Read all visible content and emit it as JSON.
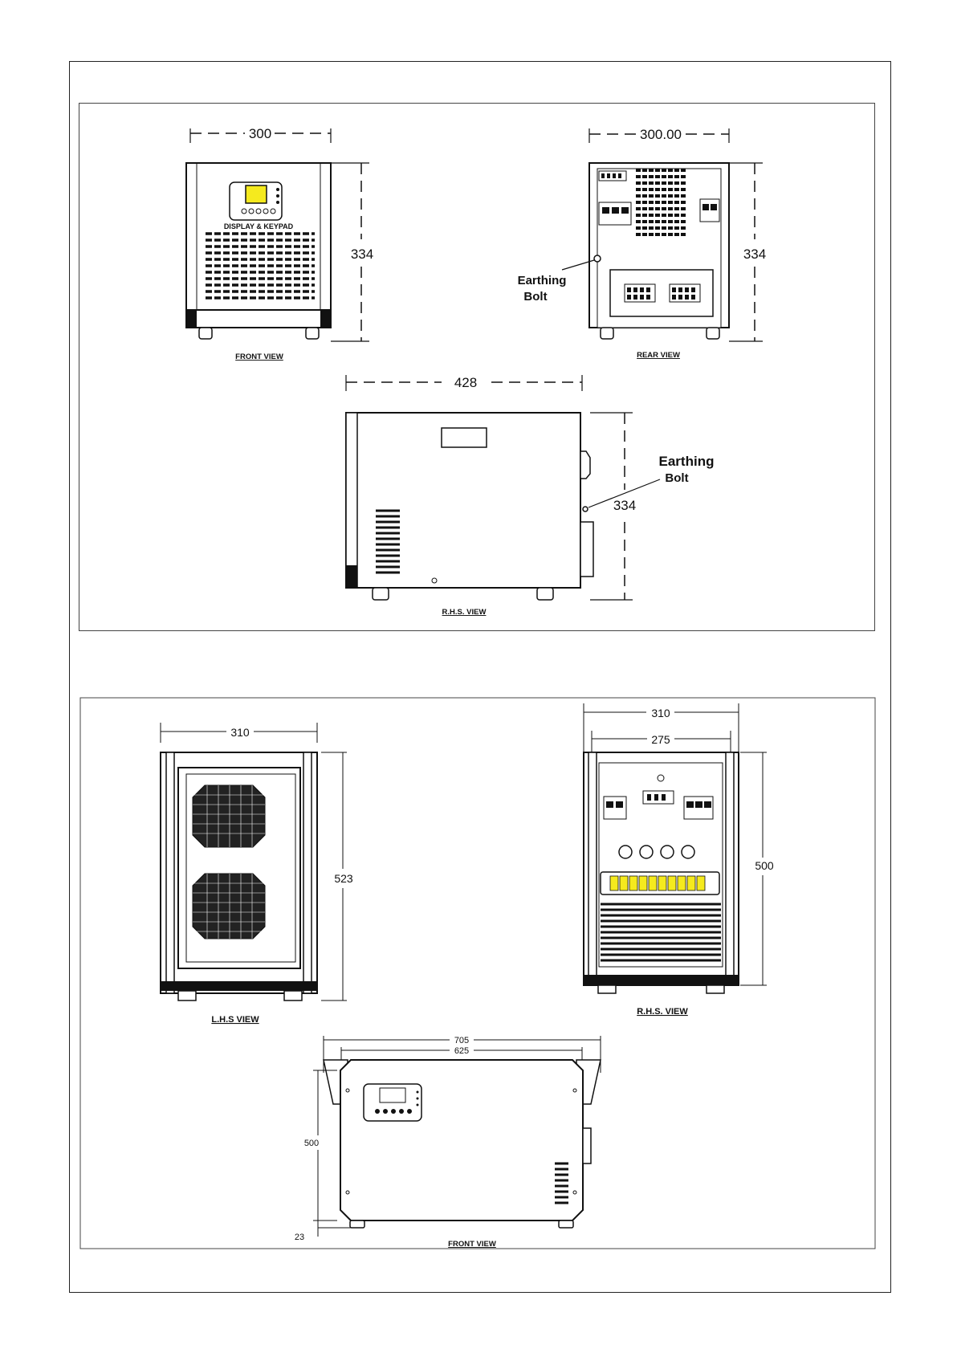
{
  "panel1": {
    "front_view": {
      "label": "FRONT VIEW",
      "width": "300",
      "height": "334",
      "display_text": "DISPLAY & KEYPAD"
    },
    "rear_view": {
      "label": "REAR VIEW",
      "width": "300.00",
      "height": "334",
      "earthing_line1": "Earthing",
      "earthing_line2": "Bolt"
    },
    "rhs_view": {
      "label": "R.H.S. VIEW",
      "width": "428",
      "height": "334",
      "earthing_line1": "Earthing",
      "earthing_line2": "Bolt"
    }
  },
  "panel2": {
    "lhs_view": {
      "label": "L.H.S VIEW",
      "width": "310",
      "height": "523"
    },
    "rhs_view": {
      "label": "R.H.S. VIEW",
      "width_outer": "310",
      "width_inner": "275",
      "height": "500"
    },
    "front_view": {
      "label": "FRONT VIEW",
      "width_outer": "705",
      "width_inner": "625",
      "height": "500",
      "foot": "23"
    }
  },
  "colors": {
    "line": "#111111",
    "highlight": "#f5ea1e",
    "page": "#ffffff"
  }
}
